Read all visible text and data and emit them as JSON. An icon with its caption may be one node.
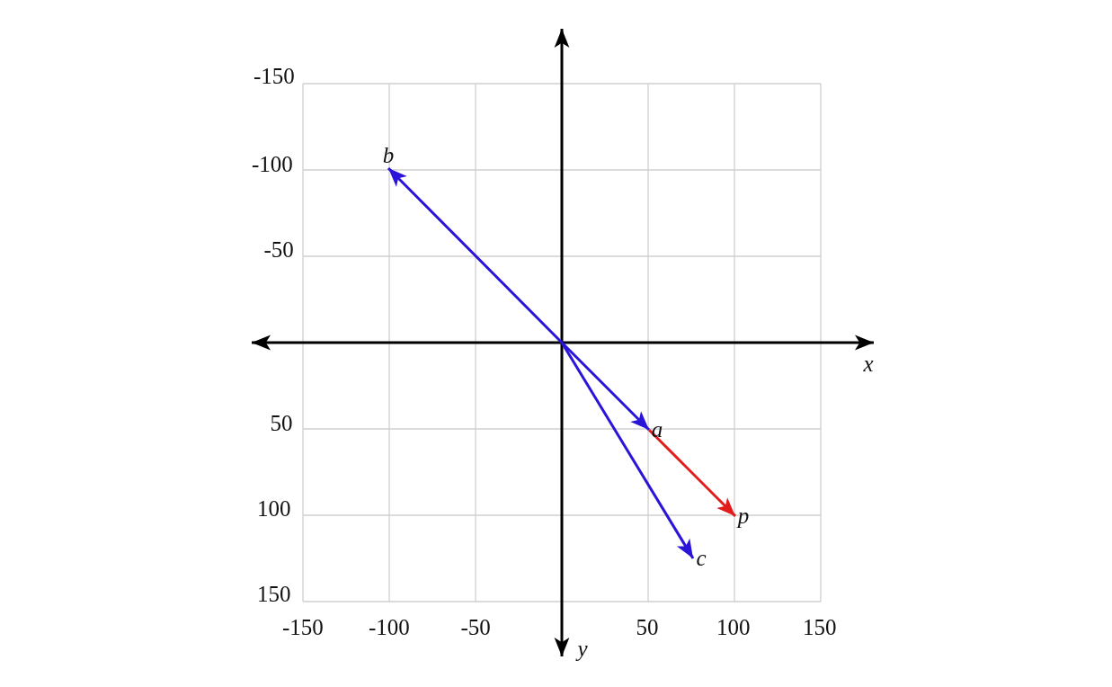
{
  "diagram": {
    "nodes": [
      {
        "text": [
          "b"
        ]
      },
      {
        "text": [
          "a"
        ]
      },
      {
        "text": [
          "p"
        ]
      },
      {
        "text": [
          "c"
        ]
      }
    ],
    "edges": [
      {
        "from": null,
        "to": 0,
        "arrow": "to"
      },
      {
        "from": null,
        "to": 1,
        "arrow": "to"
      },
      {
        "from": null,
        "to": 3,
        "arrow": "to"
      },
      {
        "from": 1,
        "to": 2,
        "arrow": "to",
        "color": "#e21b1b"
      }
    ],
    "labels": [
      "-150",
      "-100",
      "-50",
      "x",
      "50",
      "100",
      "150",
      "-150",
      "-100",
      "-50",
      "50",
      "100",
      "150",
      "y"
    ]
  }
}
